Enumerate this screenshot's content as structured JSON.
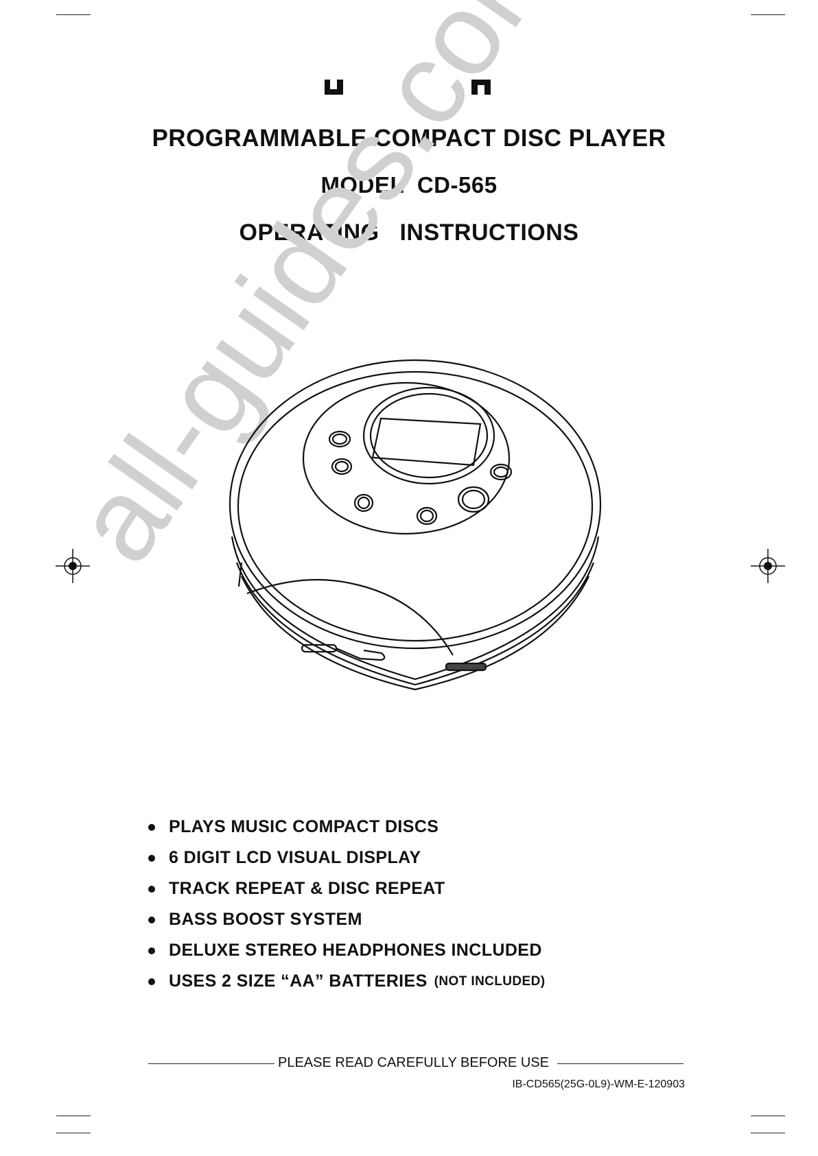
{
  "header": {
    "title": "PROGRAMMABLE COMPACT DISC PLAYER",
    "model": "MODEL  CD-565",
    "subtitle": "OPERATING   INSTRUCTIONS"
  },
  "features": [
    "PLAYS MUSIC COMPACT DISCS",
    "6 DIGIT LCD VISUAL DISPLAY",
    "TRACK REPEAT & DISC REPEAT",
    "BASS BOOST SYSTEM",
    "DELUXE STEREO HEADPHONES INCLUDED",
    "USES 2 SIZE “AA” BATTERIES"
  ],
  "batteries_note": "(NOT INCLUDED)",
  "footer": {
    "notice": "PLEASE READ CAREFULLY BEFORE USE",
    "code": "IB-CD565(25G-0L9)-WM-E-120903"
  },
  "watermark": "all-guides.com"
}
